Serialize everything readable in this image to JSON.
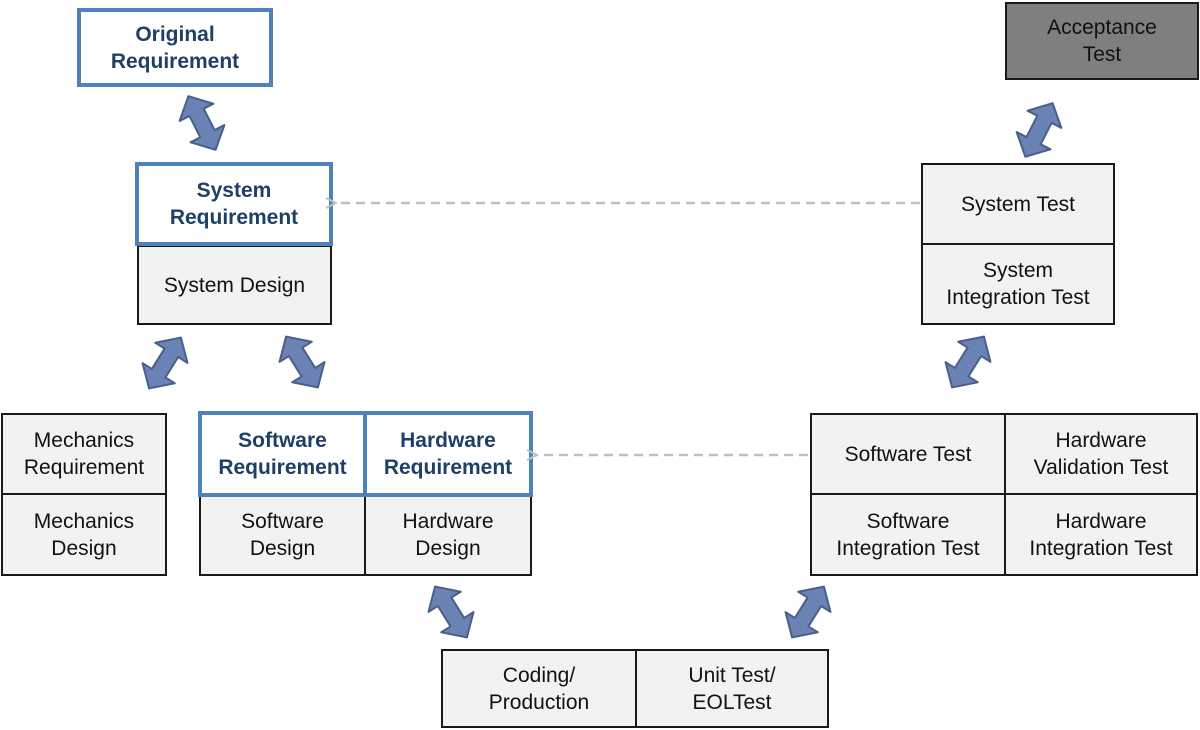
{
  "colors": {
    "requirement_border": "#4f81bd",
    "requirement_text": "#1f3f66",
    "box_fill": "#f2f2f2",
    "acceptance_fill": "#7f7f7f",
    "arrow_fill": "#6a82b4",
    "arrow_stroke": "#4a5f8a",
    "trace_line": "#bfbfbf"
  },
  "boxes": {
    "original_requirement": "Original\nRequirement",
    "system_requirement": "System\nRequirement",
    "system_design": "System Design",
    "mechanics_requirement": "Mechanics\nRequirement",
    "mechanics_design": "Mechanics\nDesign",
    "software_requirement": "Software\nRequirement",
    "hardware_requirement": "Hardware\nRequirement",
    "software_design": "Software\nDesign",
    "hardware_design": "Hardware\nDesign",
    "coding_production": "Coding/\nProduction",
    "unit_test": "Unit Test/\nEOLTest",
    "software_test": "Software Test",
    "hardware_validation_test": "Hardware\nValidation Test",
    "software_integration_test": "Software\nIntegration Test",
    "hardware_integration_test": "Hardware\nIntegration Test",
    "system_test": "System Test",
    "system_integration_test": "System\nIntegration Test",
    "acceptance_test": "Acceptance\nTest"
  },
  "icons": {
    "double_arrow": "double-arrow-icon",
    "trace_arrow": "dashed-arrow-icon"
  }
}
